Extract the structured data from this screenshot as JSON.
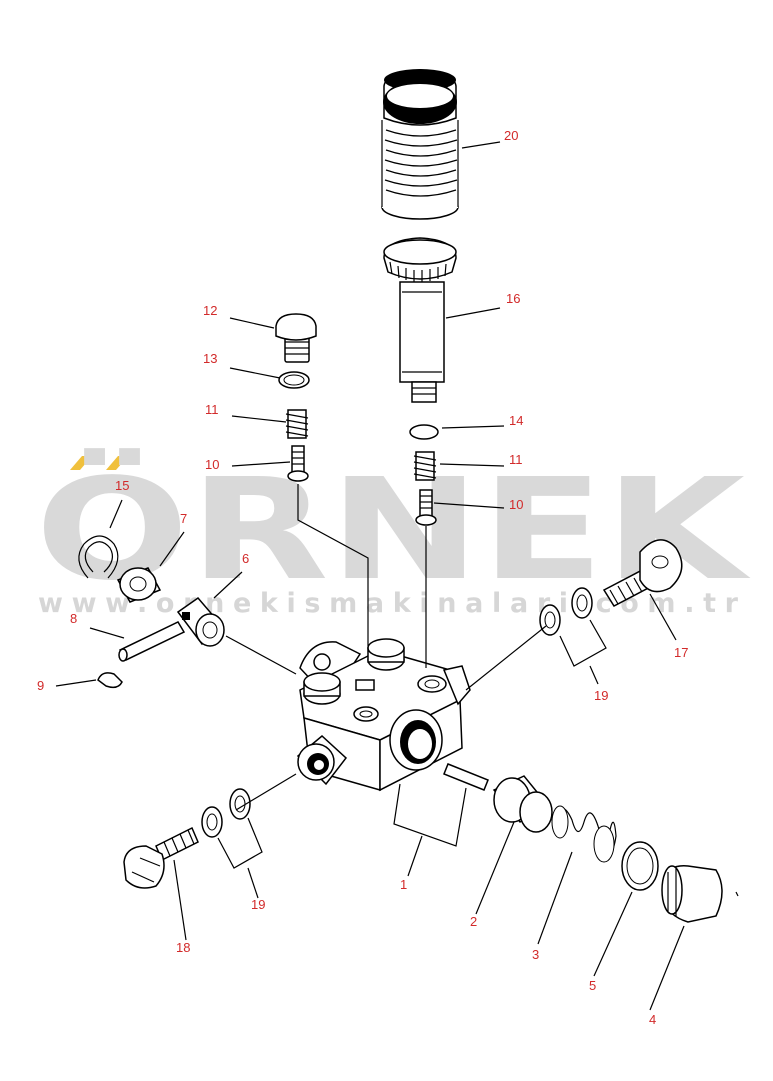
{
  "watermark": {
    "brand": "ÖRNEK",
    "url": "www.ornekismakinalari.com.tr",
    "accent_color": "#f0c03c",
    "text_color": "#d9d9d9"
  },
  "label_color": "#d22a2a",
  "callouts": [
    {
      "id": "20a",
      "text": "20"
    },
    {
      "id": "16a",
      "text": "16"
    },
    {
      "id": "12a",
      "text": "12"
    },
    {
      "id": "13a",
      "text": "13"
    },
    {
      "id": "11a",
      "text": "11"
    },
    {
      "id": "10a",
      "text": "10"
    },
    {
      "id": "14a",
      "text": "14"
    },
    {
      "id": "11b",
      "text": "11"
    },
    {
      "id": "10b",
      "text": "10"
    },
    {
      "id": "15a",
      "text": "15"
    },
    {
      "id": "7a",
      "text": "7"
    },
    {
      "id": "6a",
      "text": "6"
    },
    {
      "id": "8a",
      "text": "8"
    },
    {
      "id": "9a",
      "text": "9"
    },
    {
      "id": "17a",
      "text": "17"
    },
    {
      "id": "19a",
      "text": "19"
    },
    {
      "id": "1a",
      "text": "1"
    },
    {
      "id": "2a",
      "text": "2"
    },
    {
      "id": "3a",
      "text": "3"
    },
    {
      "id": "5a",
      "text": "5"
    },
    {
      "id": "4a",
      "text": "4"
    },
    {
      "id": "18a",
      "text": "18"
    },
    {
      "id": "19b",
      "text": "19"
    }
  ]
}
